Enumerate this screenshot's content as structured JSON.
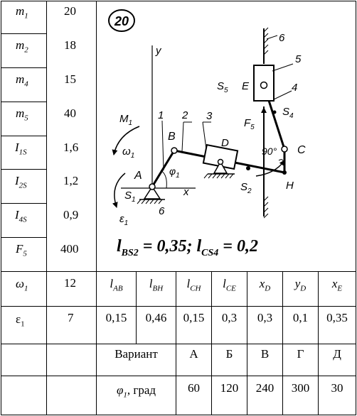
{
  "params": [
    {
      "sym": "m",
      "sub": "1",
      "value": "20"
    },
    {
      "sym": "m",
      "sub": "2",
      "value": "18"
    },
    {
      "sym": "m",
      "sub": "4",
      "value": "15"
    },
    {
      "sym": "m",
      "sub": "5",
      "value": "40"
    },
    {
      "sym": "I",
      "sub": "1S",
      "value": "1,6"
    },
    {
      "sym": "I",
      "sub": "2S",
      "value": "1,2"
    },
    {
      "sym": "I",
      "sub": "4S",
      "value": "0,9"
    },
    {
      "sym": "F",
      "sub": "5",
      "value": "400"
    },
    {
      "sym": "ω",
      "sub": "1",
      "value": "12"
    },
    {
      "sym": "ε",
      "sub": "1",
      "value": "7"
    }
  ],
  "lengths": {
    "headers": [
      {
        "sym": "l",
        "sub": "AB"
      },
      {
        "sym": "l",
        "sub": "BH"
      },
      {
        "sym": "l",
        "sub": "CH"
      },
      {
        "sym": "l",
        "sub": "CE"
      },
      {
        "sym": "x",
        "sub": "D"
      },
      {
        "sym": "y",
        "sub": "D"
      },
      {
        "sym": "x",
        "sub": "E"
      }
    ],
    "values": [
      "0,15",
      "0,46",
      "0,15",
      "0,3",
      "0,3",
      "0,1",
      "0,35"
    ]
  },
  "variants": {
    "row_label": "Вариант",
    "names": [
      "А",
      "Б",
      "В",
      "Г",
      "Д"
    ],
    "angle_label_sym": "φ",
    "angle_label_sub": "1",
    "angle_label_unit": ", град",
    "angles": [
      "60",
      "120",
      "240",
      "300",
      "30"
    ]
  },
  "figure": {
    "variant_number": "20",
    "labels": {
      "y": "y",
      "x": "x",
      "A": "A",
      "B": "B",
      "C": "C",
      "D": "D",
      "E": "E",
      "H": "H",
      "n1": "1",
      "n2": "2",
      "n3": "3",
      "n4": "4",
      "n5": "5",
      "n6a": "6",
      "n6b": "6",
      "M1": "M",
      "M1sub": "1",
      "omega": "ω",
      "omega_sub": "1",
      "eps": "ε",
      "eps_sub": "1",
      "phi": "φ",
      "phi_sub": "1",
      "S1": "S",
      "S1sub": "1",
      "S2": "S",
      "S2sub": "2",
      "S4": "S",
      "S4sub": "4",
      "S5": "S",
      "S5sub": "5",
      "F5": "F",
      "F5sub": "5",
      "angle90": "90°"
    },
    "formula": {
      "p1": "l",
      "p1sub": "BS2",
      "p2": " = 0,35; ",
      "p3": "l",
      "p3sub": "CS4",
      "p4": " = 0,2"
    }
  }
}
